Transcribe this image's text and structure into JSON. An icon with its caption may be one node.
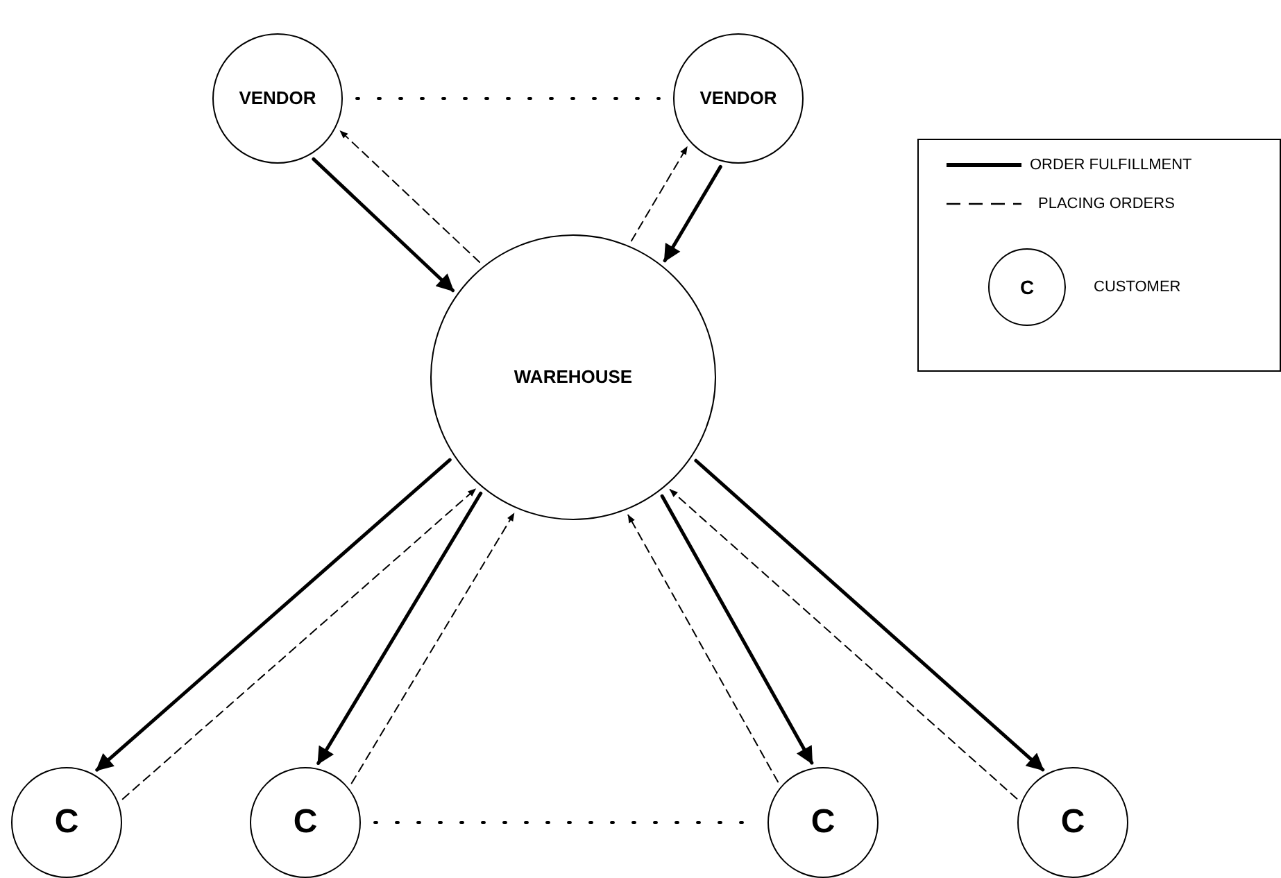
{
  "diagram": {
    "nodes": [
      {
        "text": [
          "VENDOR"
        ]
      },
      {
        "text": [
          "VENDOR"
        ]
      },
      {
        "text": [
          "WAREHOUSE"
        ]
      },
      {
        "text": [
          "C"
        ]
      },
      {
        "text": [
          "C"
        ]
      },
      {
        "text": [
          "C"
        ]
      },
      {
        "text": [
          "C"
        ]
      }
    ],
    "edges": [
      {
        "from": 0,
        "to": 1,
        "arrow": "none",
        "style": "dashed"
      },
      {
        "from": 0,
        "to": 2,
        "arrow": "to"
      },
      {
        "from": 2,
        "to": 0,
        "arrow": "to",
        "style": "dashed"
      },
      {
        "from": 1,
        "to": 2,
        "arrow": "to"
      },
      {
        "from": 2,
        "to": 1,
        "arrow": "to",
        "style": "dashed"
      },
      {
        "from": 2,
        "to": 3,
        "arrow": "to"
      },
      {
        "from": 3,
        "to": 2,
        "arrow": "to",
        "style": "dashed"
      },
      {
        "from": 2,
        "to": 4,
        "arrow": "to"
      },
      {
        "from": 4,
        "to": 2,
        "arrow": "to",
        "style": "dashed"
      },
      {
        "from": 2,
        "to": 5,
        "arrow": "to"
      },
      {
        "from": 5,
        "to": 2,
        "arrow": "to",
        "style": "dashed"
      },
      {
        "from": 2,
        "to": 6,
        "arrow": "to"
      },
      {
        "from": 6,
        "to": 2,
        "arrow": "to",
        "style": "dashed"
      },
      {
        "from": 4,
        "to": 5,
        "arrow": "none",
        "style": "dashed"
      }
    ],
    "labels": [
      "C"
    ],
    "legend": [
      {
        "text": "ORDER FULFILLMENT"
      },
      {
        "text": "PLACING ORDERS"
      },
      {
        "text": "CUSTOMER"
      }
    ]
  }
}
